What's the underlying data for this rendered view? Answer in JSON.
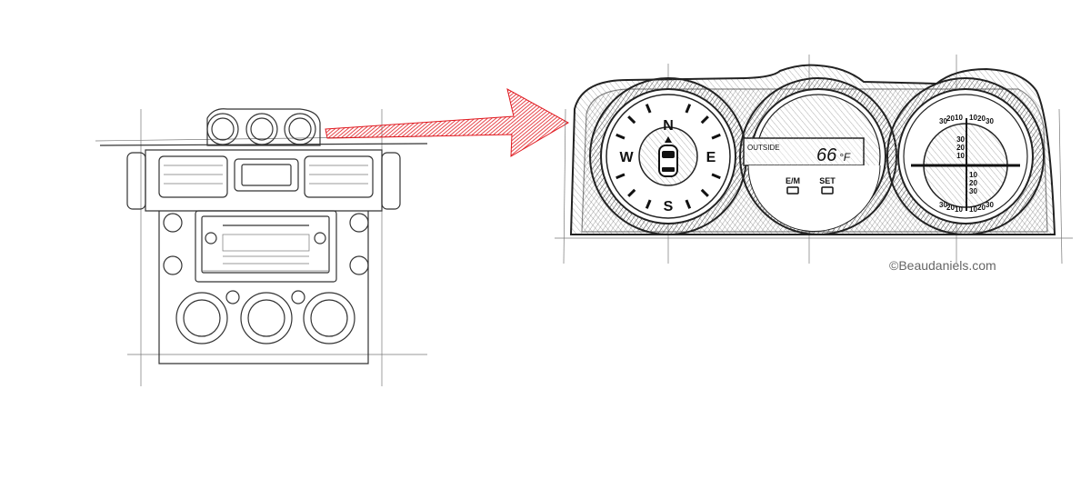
{
  "colors": {
    "arrow": "#e0191f",
    "ink": "#222222",
    "credit": "#666666"
  },
  "compass": {
    "north": "N",
    "east": "E",
    "south": "S",
    "west": "W",
    "icon": "car-top-view-icon"
  },
  "thermometer": {
    "label": "OUTSIDE",
    "value": "66",
    "unit": "°F",
    "button_left": "E/M",
    "button_right": "SET"
  },
  "inclinometer": {
    "top_labels": [
      "30",
      "20",
      "10",
      "10",
      "20",
      "30"
    ],
    "bottom_labels": [
      "30",
      "20",
      "10",
      "10",
      "20",
      "30"
    ],
    "upper_scale": [
      "30",
      "20",
      "10"
    ],
    "lower_scale": [
      "10",
      "20",
      "30"
    ]
  },
  "credit": "©Beaudaniels.com"
}
